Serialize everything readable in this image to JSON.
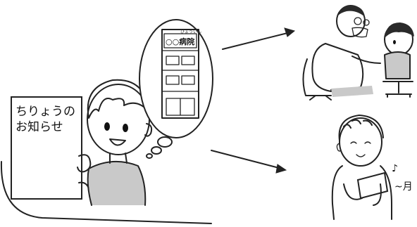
{
  "notice": {
    "line1": "ちりょうの",
    "line2": "お知らせ"
  },
  "hospital_sign": {
    "ruby": "びょういん",
    "name": "○○病院"
  },
  "humming": {
    "note": "♪",
    "text": "~月"
  }
}
